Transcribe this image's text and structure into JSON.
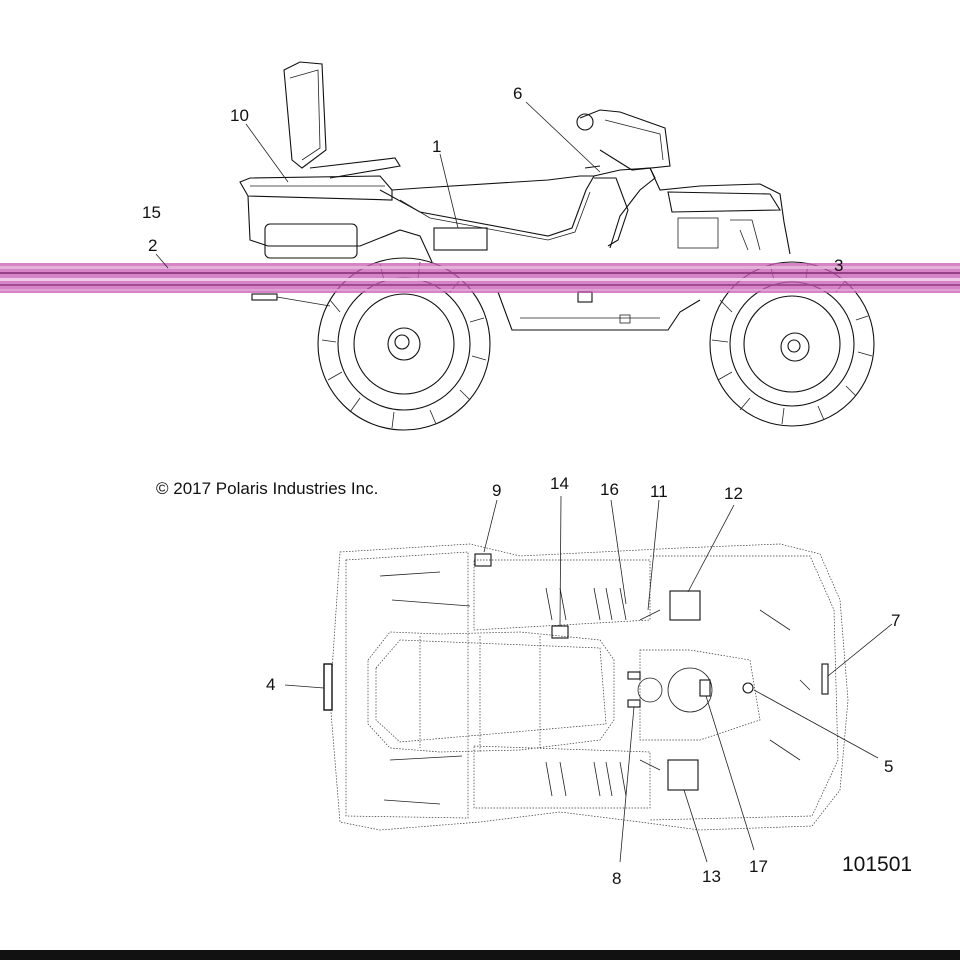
{
  "copyright": "© 2017 Polaris Industries Inc.",
  "reference_number": "101501",
  "callouts": [
    {
      "id": "c1",
      "label": "1"
    },
    {
      "id": "c2",
      "label": "2"
    },
    {
      "id": "c3",
      "label": "3"
    },
    {
      "id": "c4",
      "label": "4"
    },
    {
      "id": "c5",
      "label": "5"
    },
    {
      "id": "c6",
      "label": "6"
    },
    {
      "id": "c7",
      "label": "7"
    },
    {
      "id": "c8",
      "label": "8"
    },
    {
      "id": "c9",
      "label": "9"
    },
    {
      "id": "c10",
      "label": "10"
    },
    {
      "id": "c11",
      "label": "11"
    },
    {
      "id": "c12",
      "label": "12"
    },
    {
      "id": "c13",
      "label": "13"
    },
    {
      "id": "c14",
      "label": "14"
    },
    {
      "id": "c15",
      "label": "15"
    },
    {
      "id": "c16",
      "label": "16"
    },
    {
      "id": "c17",
      "label": "17"
    }
  ],
  "colors": {
    "line": "#111111",
    "background": "#ffffff",
    "noise_band": "#c85ab4"
  }
}
